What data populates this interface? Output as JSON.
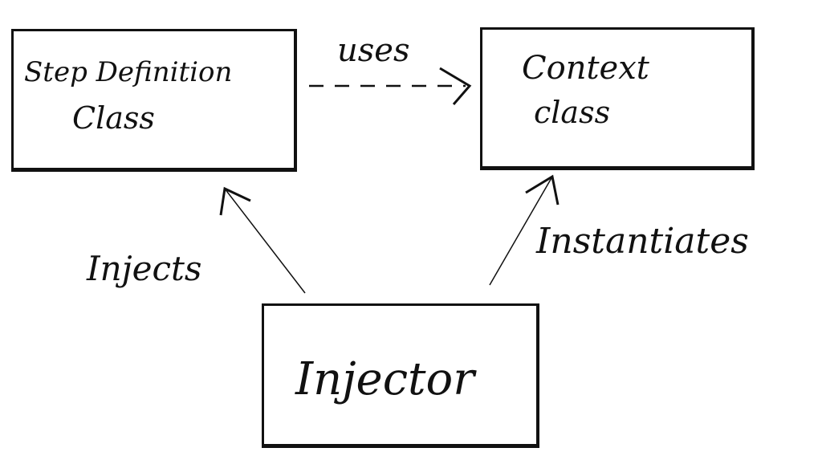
{
  "nodes": {
    "step": "Step Definition Class",
    "step_l1": "Step Definition",
    "step_l2": "Class",
    "context_l1": "Context",
    "context_l2": "class",
    "injector": "Injector"
  },
  "edges": {
    "uses": "uses",
    "injects": "Injects",
    "instantiates": "Instantiates"
  }
}
